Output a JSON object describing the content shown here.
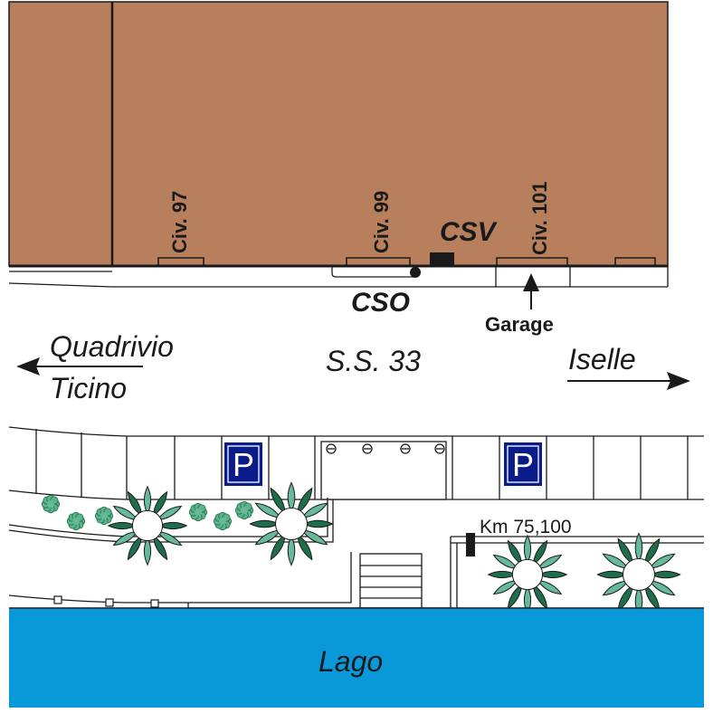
{
  "colors": {
    "building": "#b87f5c",
    "lake": "#0a99d8",
    "parking_outer": "#0a1c8a",
    "parking_inner": "#1d3fa8",
    "tree_dark": "#1f6e4b",
    "tree_light": "#66b99a",
    "shrub": "#5bb48a",
    "line": "#1a1a1a"
  },
  "icons": [
    "arrow-left-icon",
    "arrow-right-icon",
    "arrow-up-icon",
    "parking-icon",
    "tree-icon",
    "shrub-icon",
    "bollard-icon"
  ],
  "labels": {
    "civ_97": "Civ. 97",
    "civ_99": "Civ. 99",
    "civ_101": "Civ. 101",
    "csv": "CSV",
    "cso": "CSO",
    "garage": "Garage",
    "road": "S.S. 33",
    "west_line1": "Quadrivio",
    "west_line2": "Ticino",
    "east": "Iselle",
    "parking_letter": "P",
    "km_marker": "Km 75,100",
    "lake": "Lago"
  }
}
